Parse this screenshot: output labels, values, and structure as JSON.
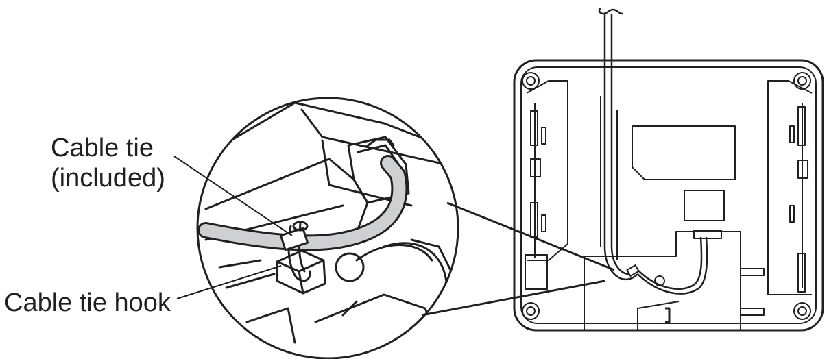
{
  "labels": {
    "cable_tie_line1": "Cable tie",
    "cable_tie_line2": "(included)",
    "cable_tie_hook": "Cable tie hook"
  },
  "colors": {
    "line": "#231f20",
    "cable": "#cfd0d1",
    "background": "#ffffff"
  }
}
